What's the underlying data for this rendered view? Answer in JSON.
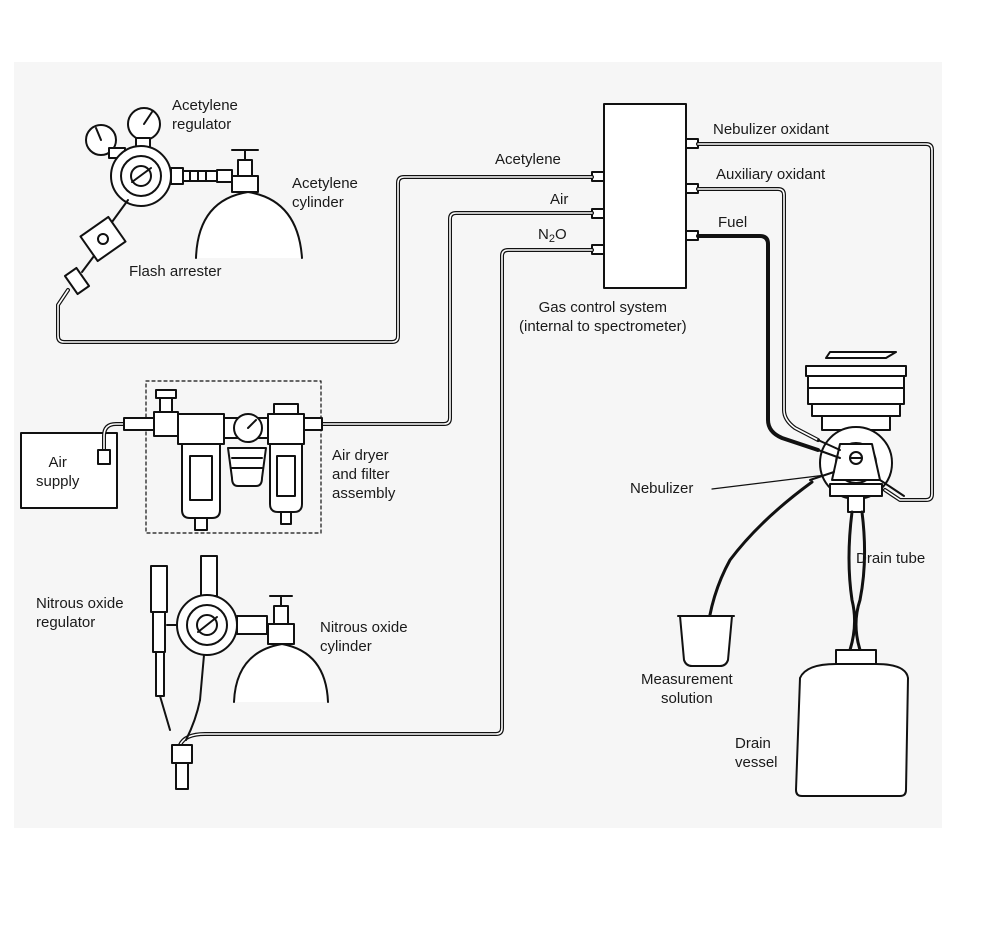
{
  "labels": {
    "acetylene_regulator": "Acetylene\nregulator",
    "acetylene_cylinder": "Acetylene\ncylinder",
    "flash_arrester": "Flash arrester",
    "acetylene_line": "Acetylene",
    "air_line": "Air",
    "n2o_main": "N",
    "n2o_sub": "2",
    "n2o_tail": "O",
    "nebulizer_oxidant": "Nebulizer oxidant",
    "auxiliary_oxidant": "Auxiliary oxidant",
    "fuel": "Fuel",
    "gas_control_system": "Gas control system\n(internal to spectrometer)",
    "air_supply": "Air\nsupply",
    "air_dryer": "Air dryer\nand filter\nassembly",
    "nitrous_oxide_regulator": "Nitrous oxide\nregulator",
    "nitrous_oxide_cylinder": "Nitrous oxide\ncylinder",
    "nebulizer": "Nebulizer",
    "drain_tube": "Drain tube",
    "measurement_solution": "Measurement\nsolution",
    "drain_vessel": "Drain\nvessel"
  },
  "colors": {
    "line": "#111111",
    "background": "#f6f6f6",
    "page": "#ffffff"
  }
}
